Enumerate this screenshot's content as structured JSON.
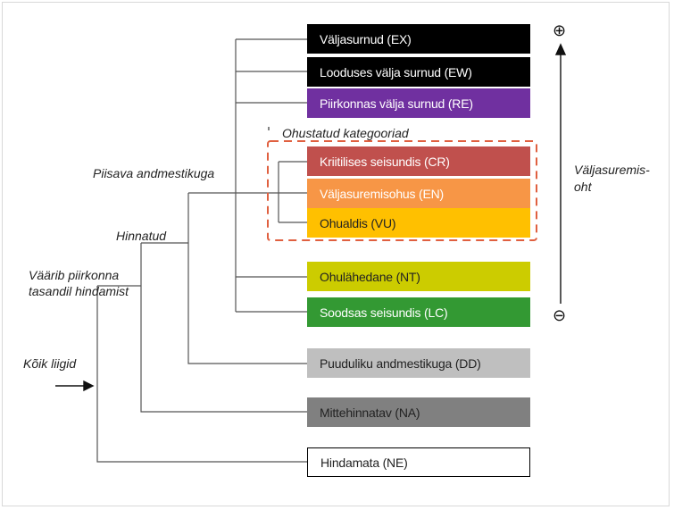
{
  "categories": [
    {
      "key": "EX",
      "label": "Väljasurnud (EX)",
      "bg": "#000000",
      "fg": "#ffffff"
    },
    {
      "key": "EW",
      "label": "Looduses välja surnud (EW)",
      "bg": "#000000",
      "fg": "#ffffff"
    },
    {
      "key": "RE",
      "label": "Piirkonnas välja surnud (RE)",
      "bg": "#7030a0",
      "fg": "#ffffff"
    },
    {
      "key": "CR",
      "label": "Kriitilises seisundis (CR)",
      "bg": "#c0504d",
      "fg": "#ffffff"
    },
    {
      "key": "EN",
      "label": "Väljasuremisohus (EN)",
      "bg": "#f79646",
      "fg": "#ffffff"
    },
    {
      "key": "VU",
      "label": "Ohualdis (VU)",
      "bg": "#ffc000",
      "fg": "#222222"
    },
    {
      "key": "NT",
      "label": "Ohulähedane (NT)",
      "bg": "#cccc00",
      "fg": "#222222"
    },
    {
      "key": "LC",
      "label": "Soodsas seisundis (LC)",
      "bg": "#339933",
      "fg": "#ffffff"
    },
    {
      "key": "DD",
      "label": "Puuduliku andmestikuga (DD)",
      "bg": "#bfbfbf",
      "fg": "#222222"
    },
    {
      "key": "NA",
      "label": "Mittehinnatav (NA)",
      "bg": "#808080",
      "fg": "#222222"
    },
    {
      "key": "NE",
      "label": "Hindamata (NE)",
      "bg": "#ffffff",
      "fg": "#222222",
      "border": "#000000"
    }
  ],
  "group_label": "Ohustatud kategooriad",
  "branch_labels": {
    "all_species": "Kõik liigid",
    "worth_regional_line1": "Väärib piirkonna",
    "worth_regional_line2": "tasandil hindamist",
    "evaluated": "Hinnatud",
    "adequate_data": "Piisava andmestikuga"
  },
  "risk_axis": {
    "label_line1": "Väljasuremis-",
    "label_line2": "oht",
    "plus_symbol": "⊕",
    "minus_symbol": "⊖"
  },
  "colors": {
    "dashed_box": "#e06040",
    "lines": "#555555"
  }
}
